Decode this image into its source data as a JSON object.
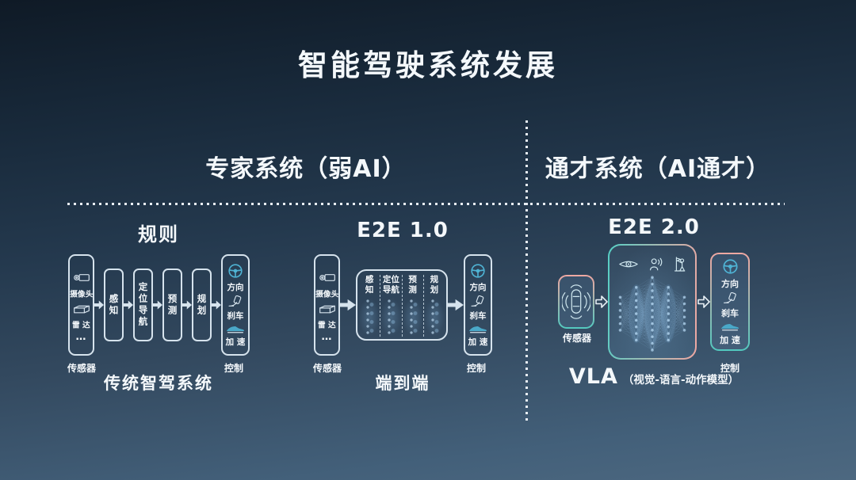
{
  "title": "智能驾驶系统发展",
  "sections": {
    "expert": {
      "header": "专家系统（弱AI）"
    },
    "generalist": {
      "header": "通才系统（AI通才）"
    }
  },
  "diagrams": {
    "rules": {
      "header": "规则",
      "sensor": {
        "camera": "摄像头",
        "radar": "雷 达",
        "more": "…",
        "label": "传感器"
      },
      "stages": [
        "感知",
        "定位导航",
        "预测",
        "规划"
      ],
      "control": {
        "steer": "方向",
        "brake": "刹车",
        "accel": "加 速",
        "label": "控制"
      },
      "caption": "传统智驾系统"
    },
    "e2e1": {
      "header": "E2E 1.0",
      "sensor": {
        "camera": "摄像头",
        "radar": "雷 达",
        "more": "…",
        "label": "传感器"
      },
      "stages": [
        "感知",
        "定位导航",
        "预测",
        "规划"
      ],
      "control": {
        "steer": "方向",
        "brake": "刹车",
        "accel": "加 速",
        "label": "控制"
      },
      "caption": "端到端"
    },
    "e2e2": {
      "header": "E2E 2.0",
      "sensor_label": "传感器",
      "control": {
        "steer": "方向",
        "brake": "刹车",
        "accel": "加 速",
        "label": "控制"
      },
      "caption_main": "VLA",
      "caption_sub": "（视觉-语言-动作模型）"
    }
  },
  "colors": {
    "background_top": "#0f1a26",
    "background_bottom": "#4d6880",
    "box_border": "#d6e3ed",
    "accent_teal": "#52c9bf",
    "accent_pink": "#efa7a2",
    "icon_teal": "#4fb3d4",
    "text": "#f4f8fb"
  }
}
